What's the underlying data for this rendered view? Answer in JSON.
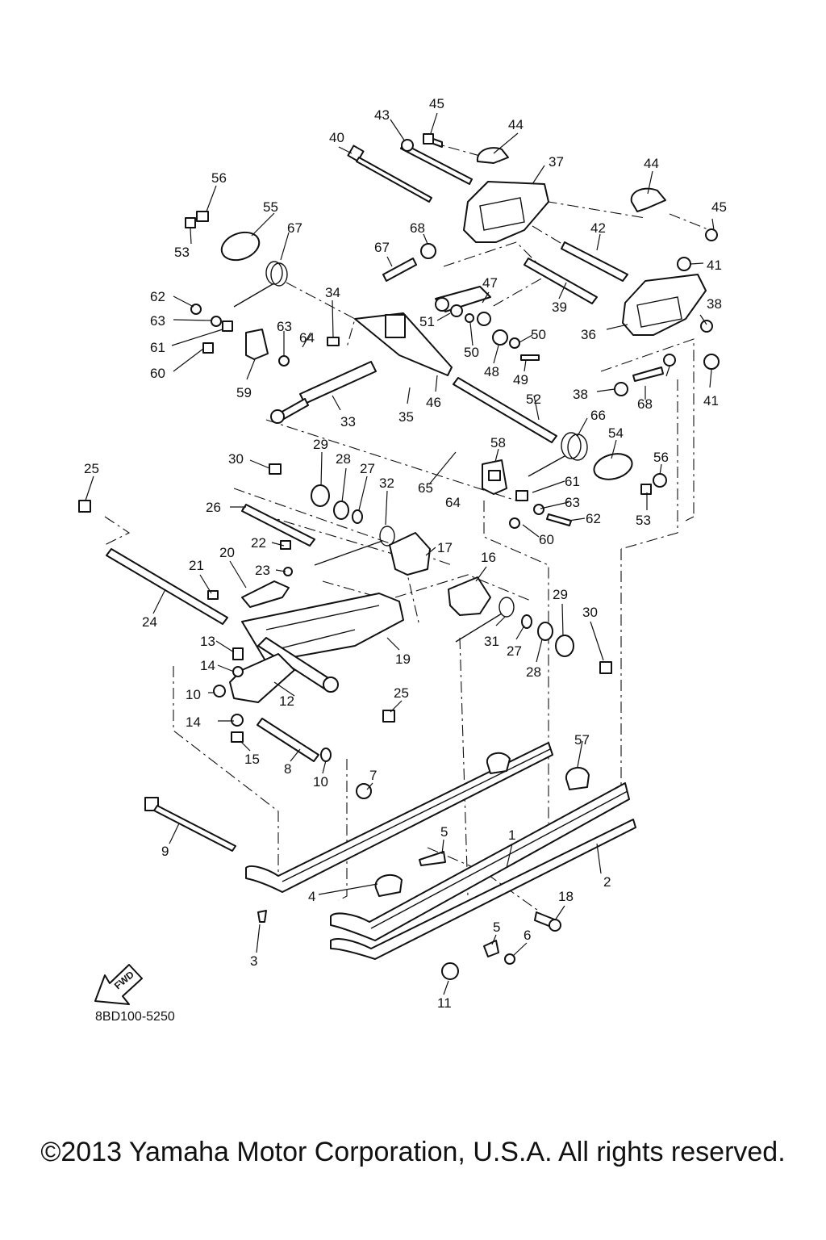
{
  "diagram": {
    "reference_code": "8BD100-5250",
    "fwd_label": "FWD",
    "copyright": "©2013 Yamaha Motor Corporation, U.S.A. All rights reserved.",
    "callouts": [
      "1",
      "2",
      "3",
      "4",
      "5",
      "5",
      "6",
      "7",
      "8",
      "9",
      "10",
      "10",
      "11",
      "12",
      "13",
      "14",
      "14",
      "15",
      "16",
      "17",
      "18",
      "19",
      "20",
      "21",
      "22",
      "23",
      "24",
      "25",
      "25",
      "26",
      "27",
      "27",
      "28",
      "28",
      "29",
      "29",
      "30",
      "30",
      "31",
      "32",
      "33",
      "34",
      "35",
      "36",
      "37",
      "38",
      "38",
      "39",
      "40",
      "41",
      "41",
      "42",
      "43",
      "44",
      "44",
      "45",
      "45",
      "46",
      "47",
      "48",
      "49",
      "50",
      "50",
      "51",
      "52",
      "53",
      "53",
      "54",
      "55",
      "56",
      "56",
      "57",
      "58",
      "59",
      "60",
      "60",
      "61",
      "61",
      "62",
      "62",
      "63",
      "63",
      "63",
      "64",
      "64",
      "65",
      "66",
      "67",
      "67",
      "68",
      "68"
    ]
  }
}
